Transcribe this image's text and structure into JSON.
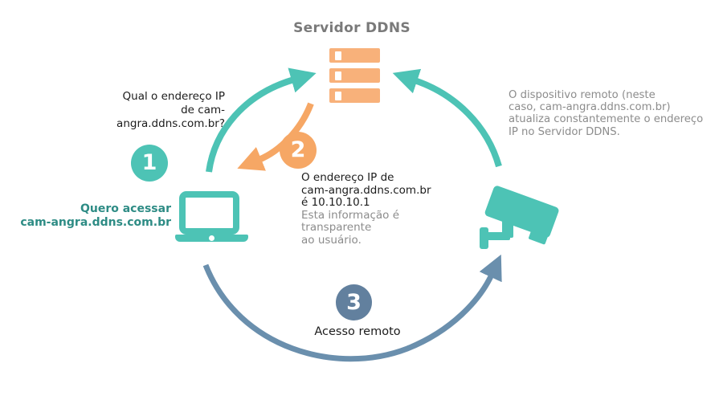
{
  "title": "Servidor DDNS",
  "colors": {
    "teal": "#4dc3b5",
    "teal_text": "#2e8c85",
    "orange": "#f8b17a",
    "orange_badge": "#f6a765",
    "blue": "#6a8fad",
    "blue_badge": "#62809e",
    "title_gray": "#7a7a7a",
    "gray_text": "#8c8c8c",
    "black_text": "#1c1c1c"
  },
  "laptop": {
    "label": "Quero acessar\ncam-angra.ddns.com.br"
  },
  "steps": [
    {
      "number": "1",
      "text": "Qual o endereço IP\nde cam-angra.ddns.com.br?"
    },
    {
      "number": "2",
      "text_main": "O endereço IP de\ncam-angra.ddns.com.br\né 10.10.10.1",
      "text_note": "Esta informação é transparente\nao usuário."
    },
    {
      "number": "3",
      "text": "Acesso remoto"
    }
  ],
  "camera_note": "O dispositivo remoto (neste\ncaso, cam-angra.ddns.com.br)\natualiza constantemente o endereço\nIP no Servidor DDNS."
}
